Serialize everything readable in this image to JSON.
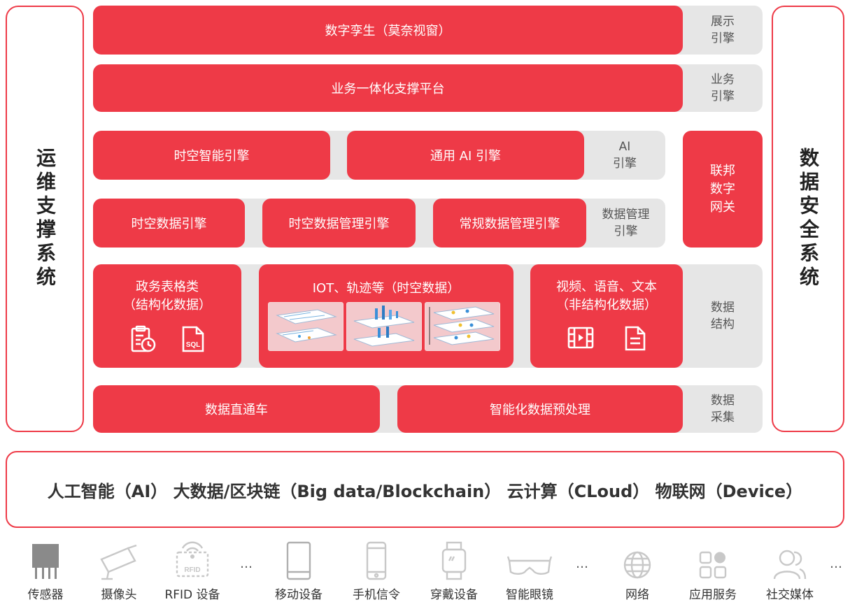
{
  "side": {
    "left": "运维支撑系统",
    "right": "数据安全系统"
  },
  "rows": {
    "display": {
      "main": "数字孪生（莫奈视窗）",
      "label": "展示\n引擎"
    },
    "business": {
      "main": "业务一体化支撑平台",
      "label": "业务\n引擎"
    },
    "ai": {
      "a": "时空智能引擎",
      "b": "通用 AI 引擎",
      "label": "AI\n引擎"
    },
    "data_mgmt": {
      "a": "时空数据引擎",
      "b": "时空数据管理引擎",
      "c": "常规数据管理引擎",
      "label": "数据管理\n引擎"
    },
    "gateway": "联邦\n数字\n网关",
    "structure": {
      "a": "政务表格类\n（结构化数据）",
      "b": "IOT、轨迹等（时空数据）",
      "c": "视频、语音、文本\n（非结构化数据）",
      "label": "数据\n结构"
    },
    "collect": {
      "a": "数据直通车",
      "b": "智能化数据预处理",
      "label": "数据\n采集"
    }
  },
  "tech": "人工智能（AI） 大数据/区块链（Big data/Blockchain） 云计算（CLoud） 物联网（Device）",
  "sources": [
    {
      "icon": "sensor-icon",
      "label": "传感器"
    },
    {
      "icon": "camera-icon",
      "label": "摄像头"
    },
    {
      "icon": "rfid-icon",
      "label": "RFID 设备"
    },
    {
      "icon": "tablet-icon",
      "label": "移动设备"
    },
    {
      "icon": "phone-icon",
      "label": "手机信令"
    },
    {
      "icon": "watch-icon",
      "label": "穿戴设备"
    },
    {
      "icon": "glasses-icon",
      "label": "智能眼镜"
    },
    {
      "icon": "globe-icon",
      "label": "网络"
    },
    {
      "icon": "apps-icon",
      "label": "应用服务"
    },
    {
      "icon": "people-icon",
      "label": "社交媒体"
    }
  ],
  "ellipsis": "…",
  "icon_texts": {
    "sql": "SQL",
    "rfid": "RFID"
  },
  "colors": {
    "accent": "#ee3a47",
    "gray": "#e6e6e6"
  }
}
